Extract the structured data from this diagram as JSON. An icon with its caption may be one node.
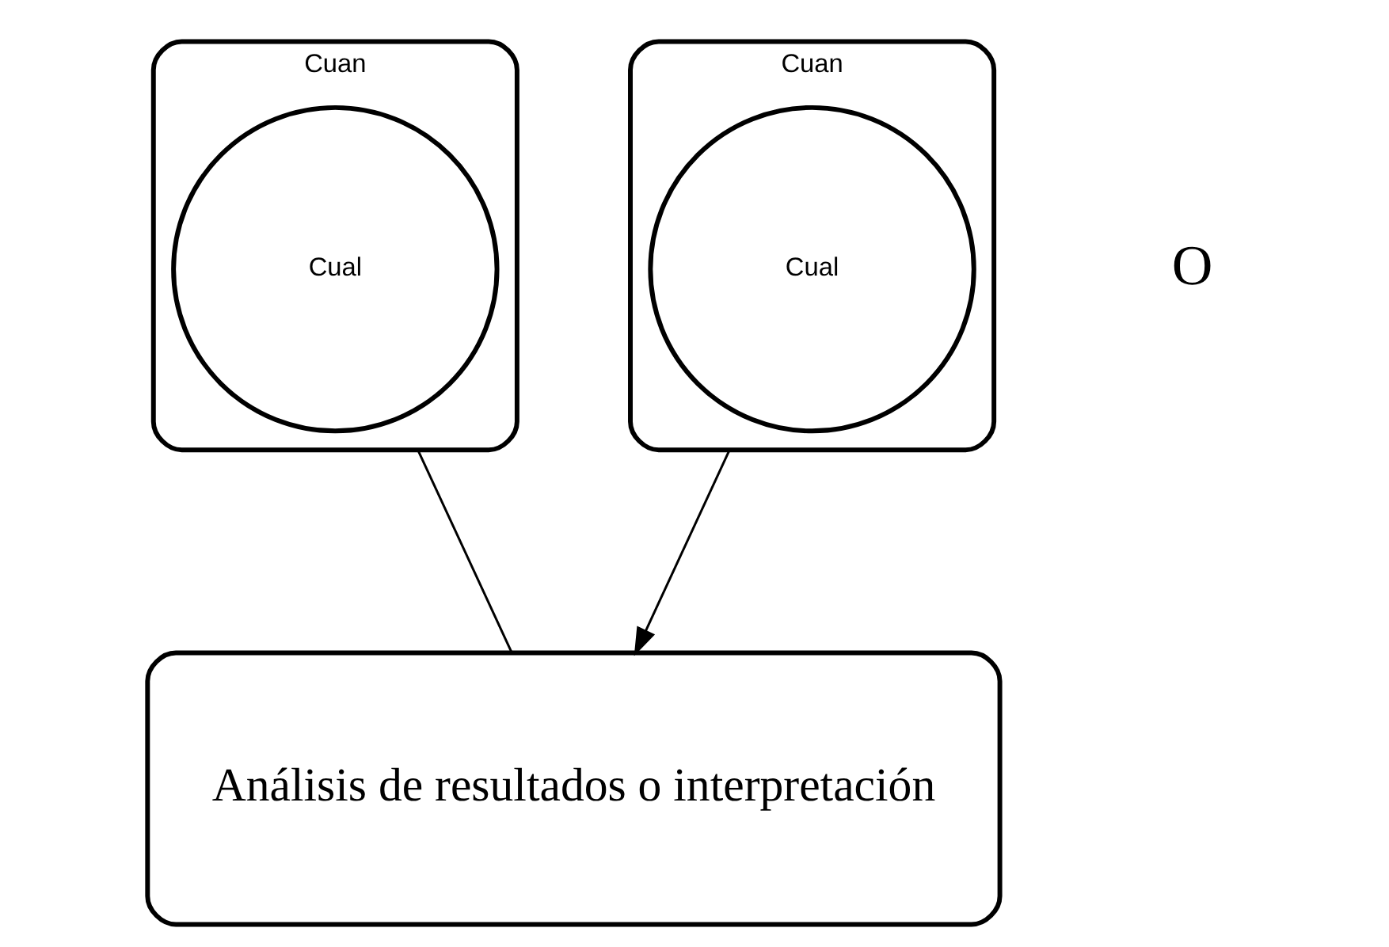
{
  "diagram": {
    "nodes": [
      {
        "text": [
          "Cuan"
        ]
      },
      {
        "text": [
          "Cual"
        ],
        "in": 0
      },
      {
        "text": [
          "Cuan"
        ]
      },
      {
        "text": [
          "Cual"
        ],
        "in": 2
      },
      {
        "text": [
          "Análisis de resultados o interpretación"
        ]
      }
    ],
    "edges": [
      {
        "from": 0,
        "to": 4,
        "arrow": "none"
      },
      {
        "from": 2,
        "to": 4,
        "arrow": "to"
      }
    ],
    "labels": [
      "O"
    ]
  }
}
